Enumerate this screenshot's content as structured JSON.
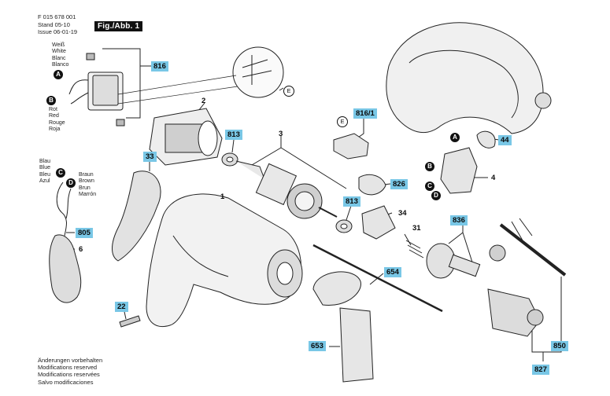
{
  "header": {
    "doc_number": "F 015 678 001",
    "stand_line": "Stand  05-10",
    "issue_line": "Issue  06-01-19",
    "figure_label": "Fig./Abb. 1"
  },
  "wire_colors_1": [
    "Weiß",
    "White",
    "Blanc",
    "Blanco"
  ],
  "wire_colors_2": [
    "Rot",
    "Red",
    "Rouge",
    "Roja"
  ],
  "wire_colors_3": [
    "Blau",
    "Blue",
    "Bleu",
    "Azul"
  ],
  "wire_colors_4": [
    "Braun",
    "Brown",
    "Brun",
    "Marrón"
  ],
  "markers": {
    "a": "A",
    "b": "B",
    "c": "C",
    "d": "D",
    "e": "E"
  },
  "parts": {
    "p816": "816",
    "p2": "2",
    "p813a": "813",
    "p813b": "813",
    "p3": "3",
    "p816_1": "816/1",
    "p44": "44",
    "p4": "4",
    "p33": "33",
    "p826": "826",
    "p34": "34",
    "p836": "836",
    "p31": "31",
    "p1": "1",
    "p805": "805",
    "p6": "6",
    "p654": "654",
    "p22": "22",
    "p653": "653",
    "p850": "850",
    "p827": "827"
  },
  "footer_note": [
    "Änderungen vorbehalten",
    "Modifications reserved",
    "Modifications reservées",
    "Salvo modificaciones"
  ],
  "colors": {
    "label_fill": "#79c7e6",
    "marker_fill": "#111111"
  }
}
